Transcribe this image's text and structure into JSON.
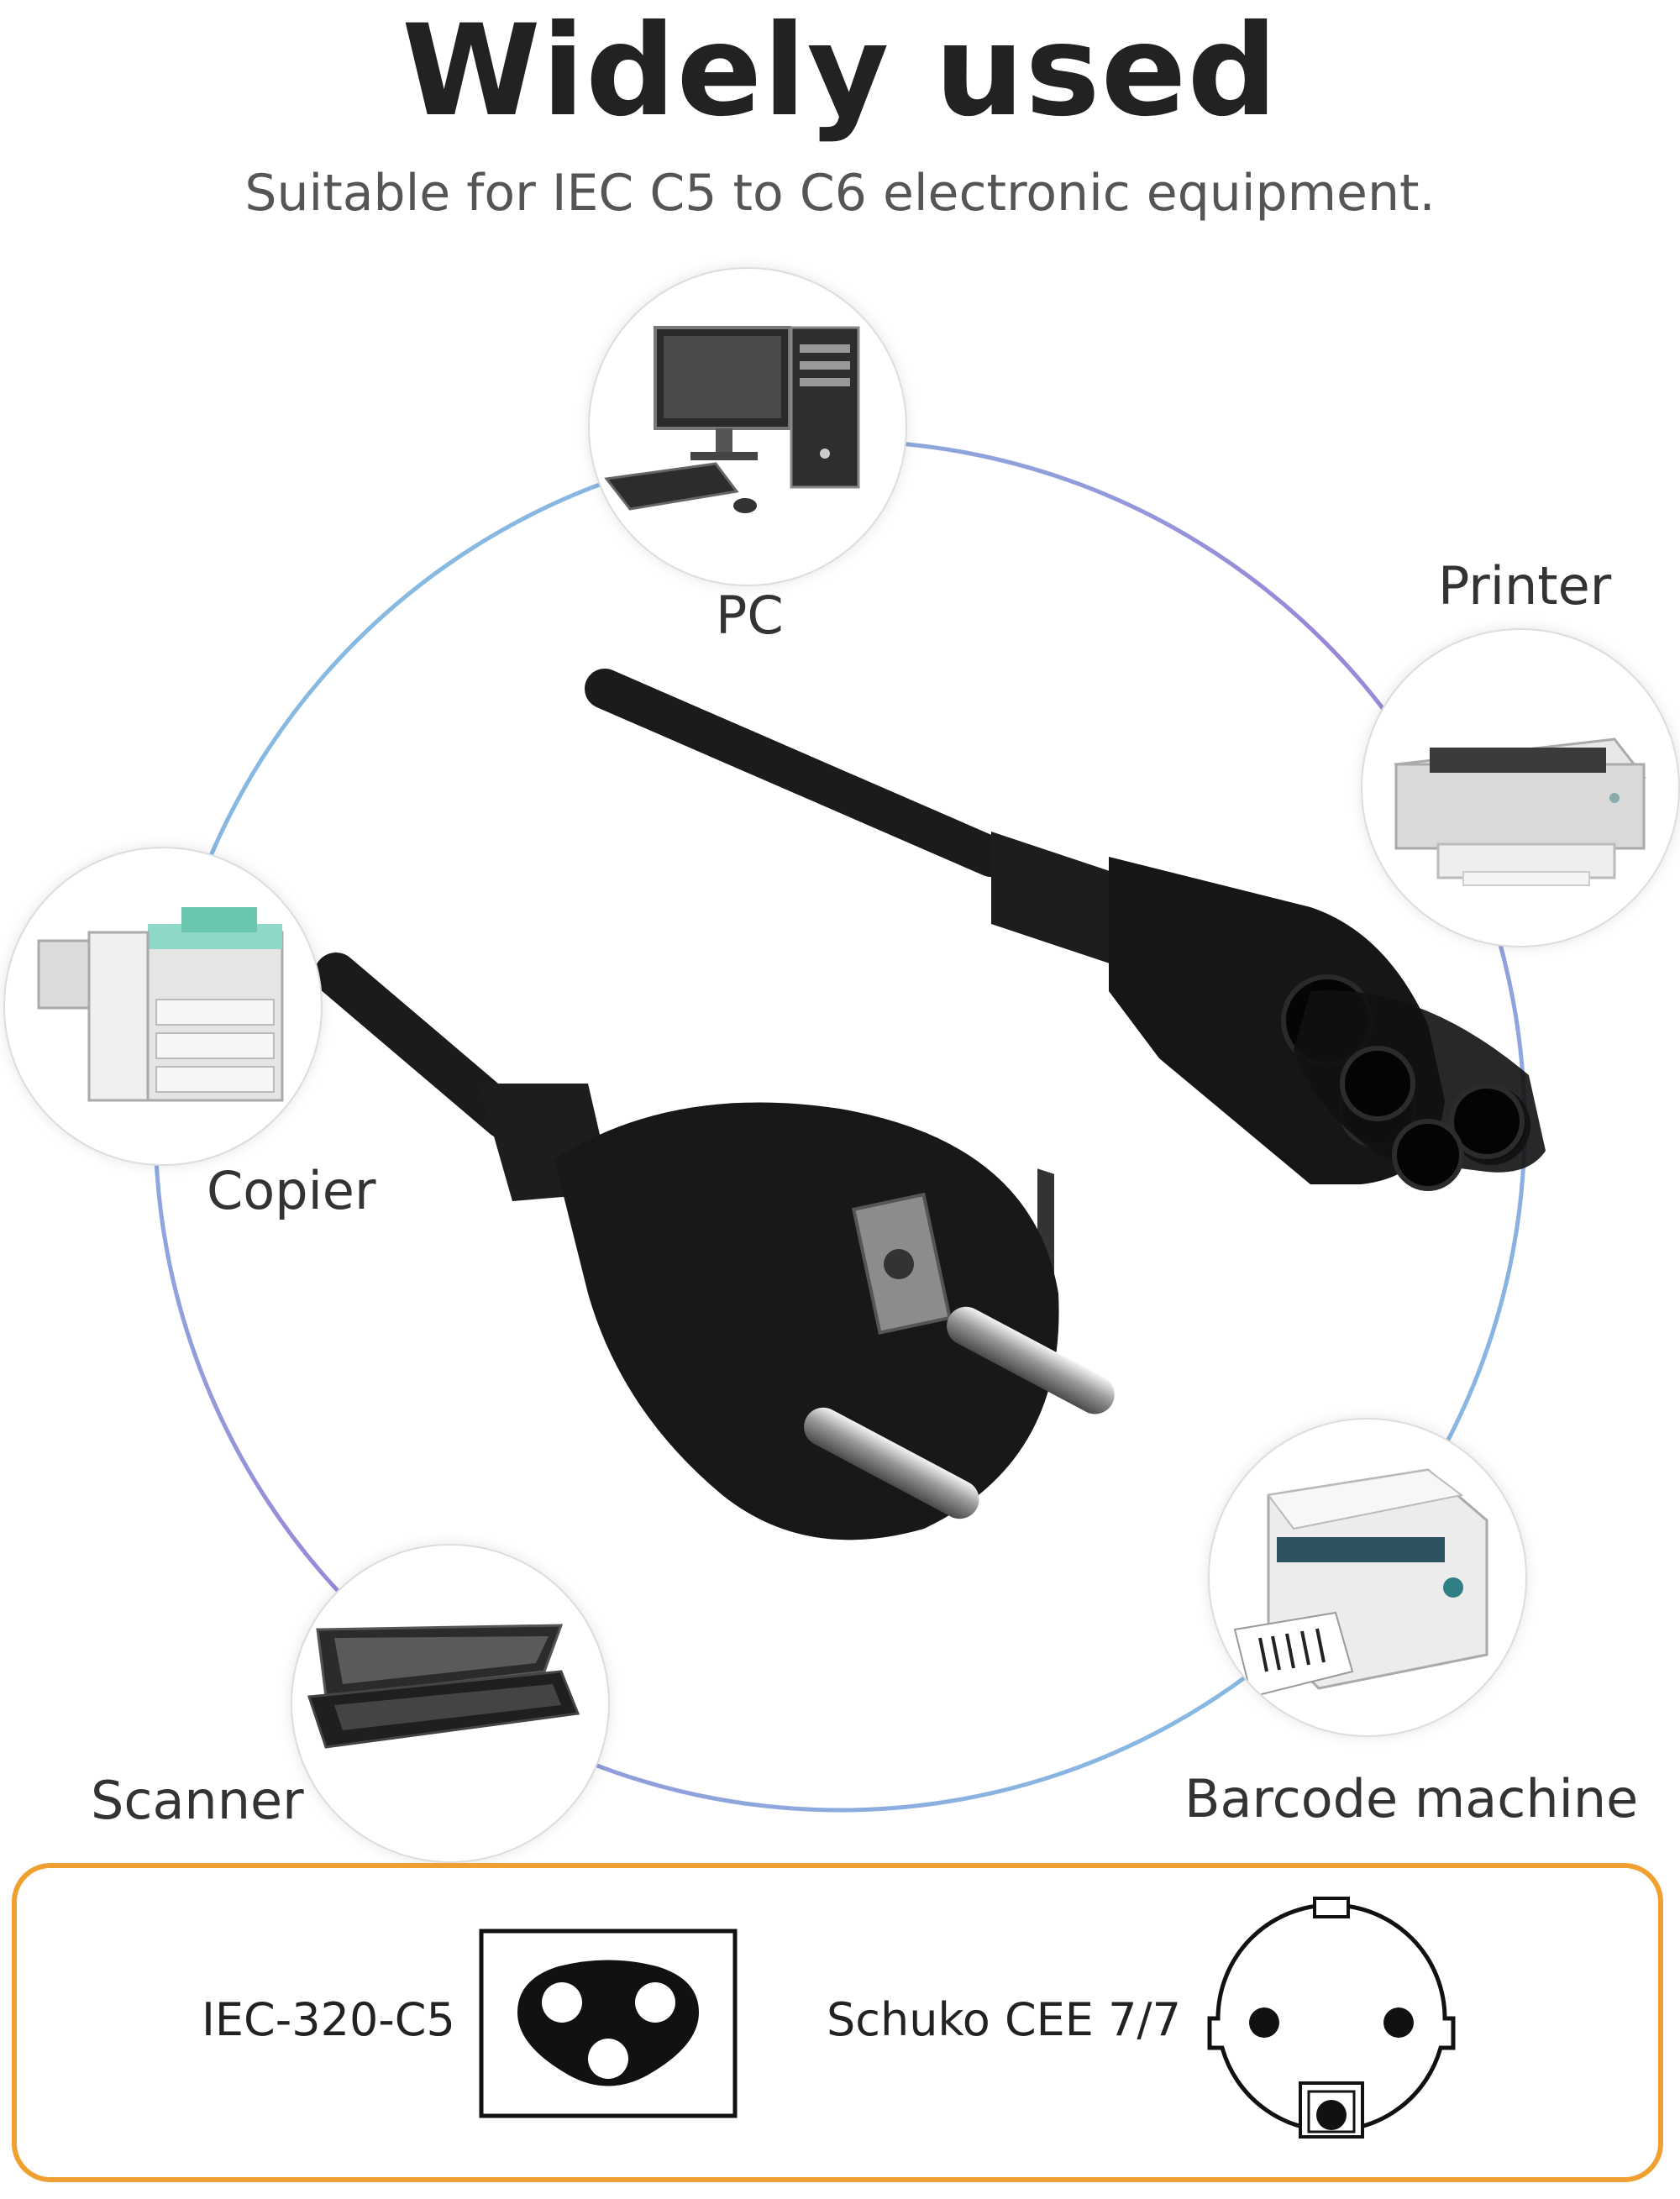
{
  "header": {
    "title": "Widely used",
    "subtitle": "Suitable for IEC C5 to C6 electronic equipment."
  },
  "devices": [
    {
      "label": "PC",
      "icon": "pc-icon"
    },
    {
      "label": "Printer",
      "icon": "printer-icon"
    },
    {
      "label": "Copier",
      "icon": "copier-icon"
    },
    {
      "label": "Scanner",
      "icon": "scanner-icon"
    },
    {
      "label": "Barcode machine",
      "icon": "barcode-printer-icon"
    }
  ],
  "connectors": [
    {
      "label": "IEC-320-C5",
      "icon": "iec-c5-connector-icon"
    },
    {
      "label": "Schuko CEE 7/7",
      "icon": "schuko-plug-icon"
    }
  ],
  "colors": {
    "ring": "#8ed4e6",
    "ring_accent": "#8a6fc9",
    "panel_border": "#f0a030",
    "cable": "#1b1b1b"
  }
}
